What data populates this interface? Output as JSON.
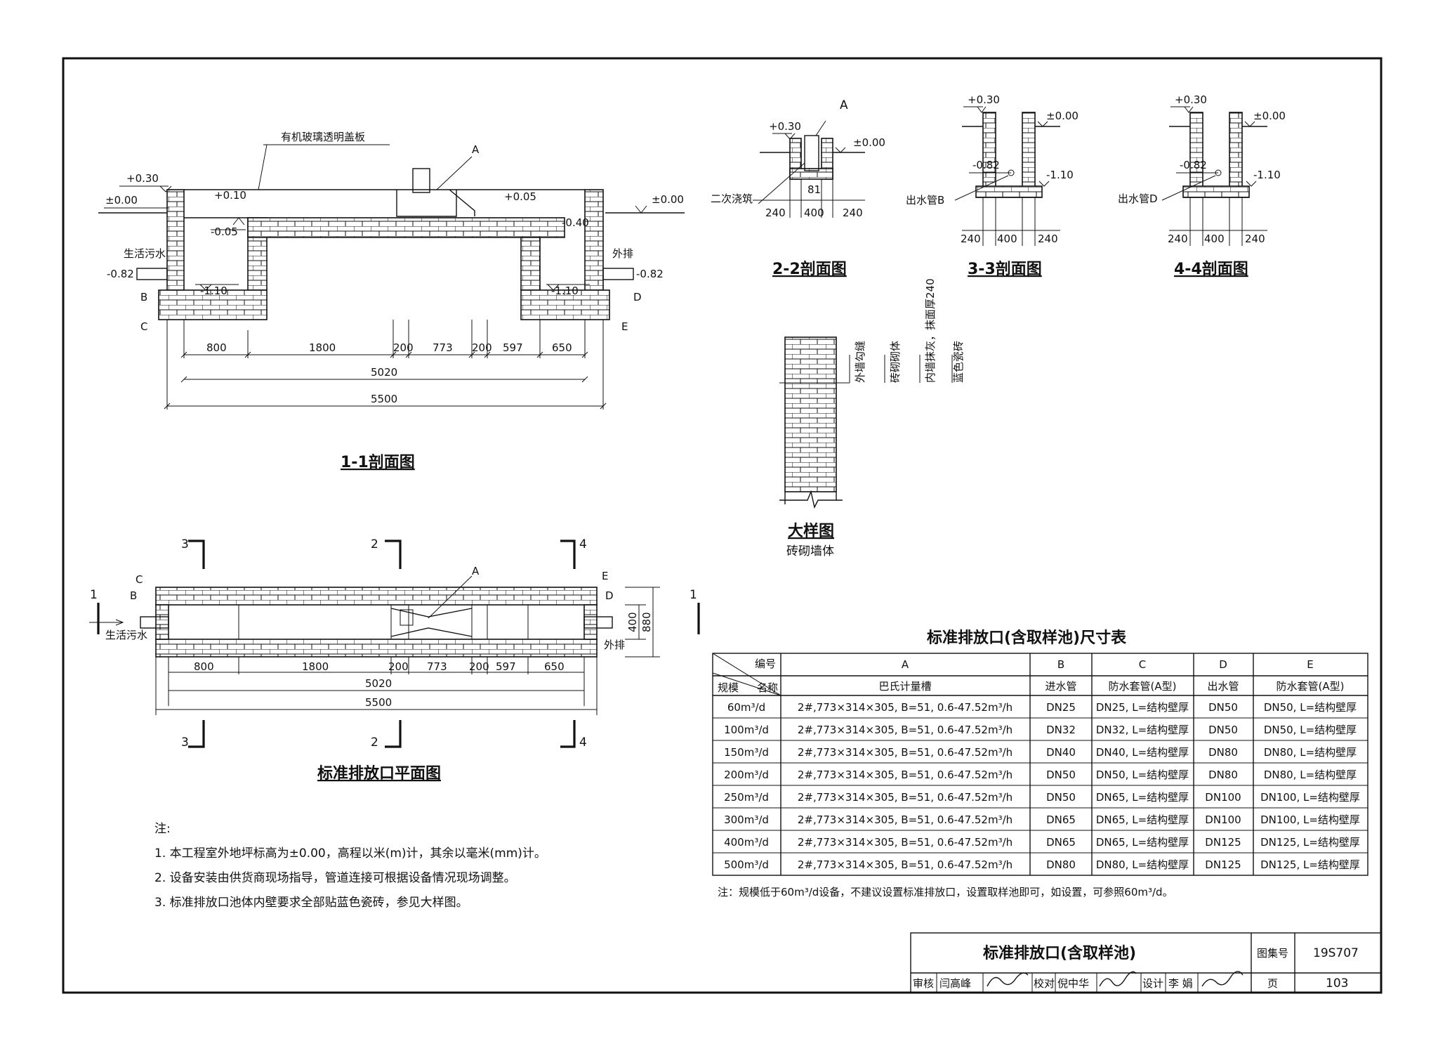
{
  "section11": {
    "title": "1-1剖面图",
    "cover_label": "有机玻璃透明盖板",
    "a_label": "A",
    "levels": {
      "p030": "+0.30",
      "p000_left": "±0.00",
      "p010": "+0.10",
      "m005": "-0.05",
      "p005": "+0.05",
      "m040": "-0.40",
      "p000_right": "±0.00",
      "m082_left": "-0.82",
      "m110_left": "-1.10",
      "m110_right": "-1.10",
      "m082_right": "-0.82"
    },
    "inflow": "生活污水",
    "outflow": "外排",
    "b": "B",
    "c": "C",
    "d": "D",
    "e": "E",
    "dims": [
      "800",
      "1800",
      "200",
      "773",
      "200",
      "597",
      "650"
    ],
    "total1": "5020",
    "total2": "5500"
  },
  "section22": {
    "title": "2-2剖面图",
    "a": "A",
    "p030": "+0.30",
    "p000": "±0.00",
    "grout": "二次浇筑",
    "v81": "81",
    "dims": [
      "240",
      "400",
      "240"
    ]
  },
  "section33": {
    "title": "3-3剖面图",
    "p030": "+0.30",
    "p000": "±0.00",
    "m082": "-0.82",
    "m110": "-1.10",
    "pipe": "出水管B",
    "dims": [
      "240",
      "400",
      "240"
    ]
  },
  "section44": {
    "title": "4-4剖面图",
    "p030": "+0.30",
    "p000": "±0.00",
    "m082": "-0.82",
    "m110": "-1.10",
    "pipe": "出水管D",
    "dims": [
      "240",
      "400",
      "240"
    ]
  },
  "detail": {
    "title": "大样图",
    "subtitle": "砖砌墙体",
    "labels": [
      "外墙勾缝",
      "砖砌砌体",
      "内墙抹灰，抹面厚240",
      "蓝色瓷砖"
    ]
  },
  "plan": {
    "title": "标准排放口平面图",
    "cut3": "3",
    "cut2": "2",
    "cut4": "4",
    "cut1": "1",
    "a": "A",
    "b": "B",
    "c": "C",
    "d": "D",
    "e": "E",
    "inflow": "生活污水",
    "outflow": "外排",
    "width_in": "400",
    "width_out": "880",
    "dims": [
      "800",
      "1800",
      "200",
      "773",
      "200",
      "597",
      "650"
    ],
    "total1": "5020",
    "total2": "5500"
  },
  "notes": {
    "heading": "注:",
    "items": [
      "1. 本工程室外地坪标高为±0.00，高程以米(m)计，其余以毫米(mm)计。",
      "2. 设备安装由供货商现场指导，管道连接可根据设备情况现场调整。",
      "3. 标准排放口池体内壁要求全部贴蓝色瓷砖，参见大样图。"
    ]
  },
  "table": {
    "title": "标准排放口(含取样池)尺寸表",
    "header_code": "编号",
    "header_scale": "规模",
    "header_name": "名称",
    "col_letters": [
      "A",
      "B",
      "C",
      "D",
      "E"
    ],
    "col_names": [
      "巴氏计量槽",
      "进水管",
      "防水套管(A型)",
      "出水管",
      "防水套管(A型)"
    ],
    "rows": [
      [
        "60m³/d",
        "2#,773×314×305, B=51, 0.6-47.52m³/h",
        "DN25",
        "DN25, L=结构壁厚",
        "DN50",
        "DN50, L=结构壁厚"
      ],
      [
        "100m³/d",
        "2#,773×314×305, B=51, 0.6-47.52m³/h",
        "DN32",
        "DN32, L=结构壁厚",
        "DN50",
        "DN50, L=结构壁厚"
      ],
      [
        "150m³/d",
        "2#,773×314×305, B=51, 0.6-47.52m³/h",
        "DN40",
        "DN40, L=结构壁厚",
        "DN80",
        "DN80, L=结构壁厚"
      ],
      [
        "200m³/d",
        "2#,773×314×305, B=51, 0.6-47.52m³/h",
        "DN50",
        "DN50, L=结构壁厚",
        "DN80",
        "DN80, L=结构壁厚"
      ],
      [
        "250m³/d",
        "2#,773×314×305, B=51, 0.6-47.52m³/h",
        "DN50",
        "DN65, L=结构壁厚",
        "DN100",
        "DN100, L=结构壁厚"
      ],
      [
        "300m³/d",
        "2#,773×314×305, B=51, 0.6-47.52m³/h",
        "DN65",
        "DN65, L=结构壁厚",
        "DN100",
        "DN100, L=结构壁厚"
      ],
      [
        "400m³/d",
        "2#,773×314×305, B=51, 0.6-47.52m³/h",
        "DN65",
        "DN65, L=结构壁厚",
        "DN125",
        "DN125, L=结构壁厚"
      ],
      [
        "500m³/d",
        "2#,773×314×305, B=51, 0.6-47.52m³/h",
        "DN80",
        "DN80, L=结构壁厚",
        "DN125",
        "DN125, L=结构壁厚"
      ]
    ],
    "note": "注：规模低于60m³/d设备，不建议设置标准排放口，设置取样池即可，如设置，可参照60m³/d。"
  },
  "titleblock": {
    "title": "标准排放口(含取样池)",
    "atlas_label": "图集号",
    "atlas_no": "19S707",
    "review_label": "审核",
    "reviewer": "闫高峰",
    "check_label": "校对",
    "checker": "倪中华",
    "design_label": "设计",
    "designer": "李 娟",
    "page_label": "页",
    "page_no": "103"
  }
}
